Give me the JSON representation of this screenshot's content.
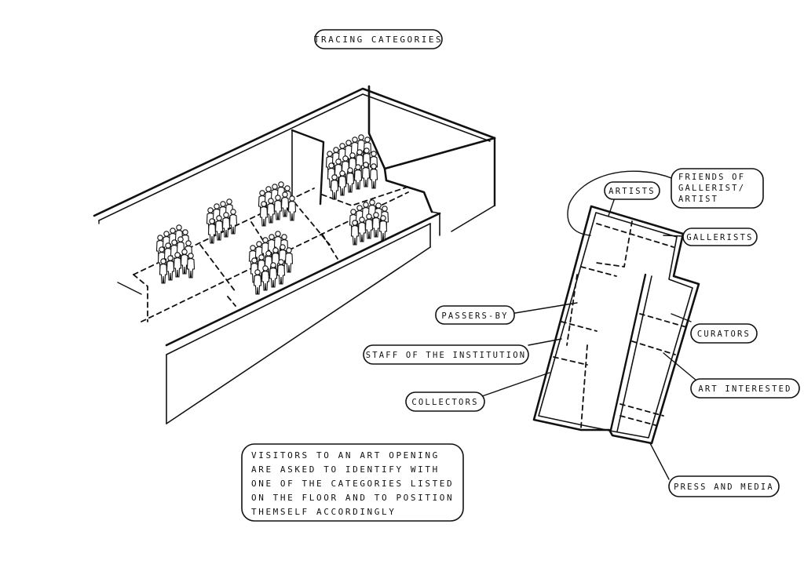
{
  "title": "TRACING CATEGORIES",
  "labels": {
    "friends_line1": "FRIENDS OF",
    "friends_line2": "GALLERIST/",
    "friends_line3": "ARTIST",
    "artists": "ARTISTS",
    "gallerists": "GALLERISTS",
    "passers_by": "PASSERS-BY",
    "curators": "CURATORS",
    "staff": "STAFF OF THE INSTITUTION",
    "art_interested": "ART INTERESTED",
    "collectors": "COLLECTORS",
    "press": "PRESS AND MEDIA"
  },
  "note": {
    "line1": "VISITORS TO AN ART OPENING",
    "line2": "ARE ASKED TO IDENTIFY WITH",
    "line3": "ONE OF THE CATEGORIES LISTED",
    "line4": "ON THE FLOOR AND TO POSITION",
    "line5": "THEMSELF ACCORDINGLY"
  },
  "colors": {
    "ink": "#111111",
    "paper": "#ffffff"
  }
}
